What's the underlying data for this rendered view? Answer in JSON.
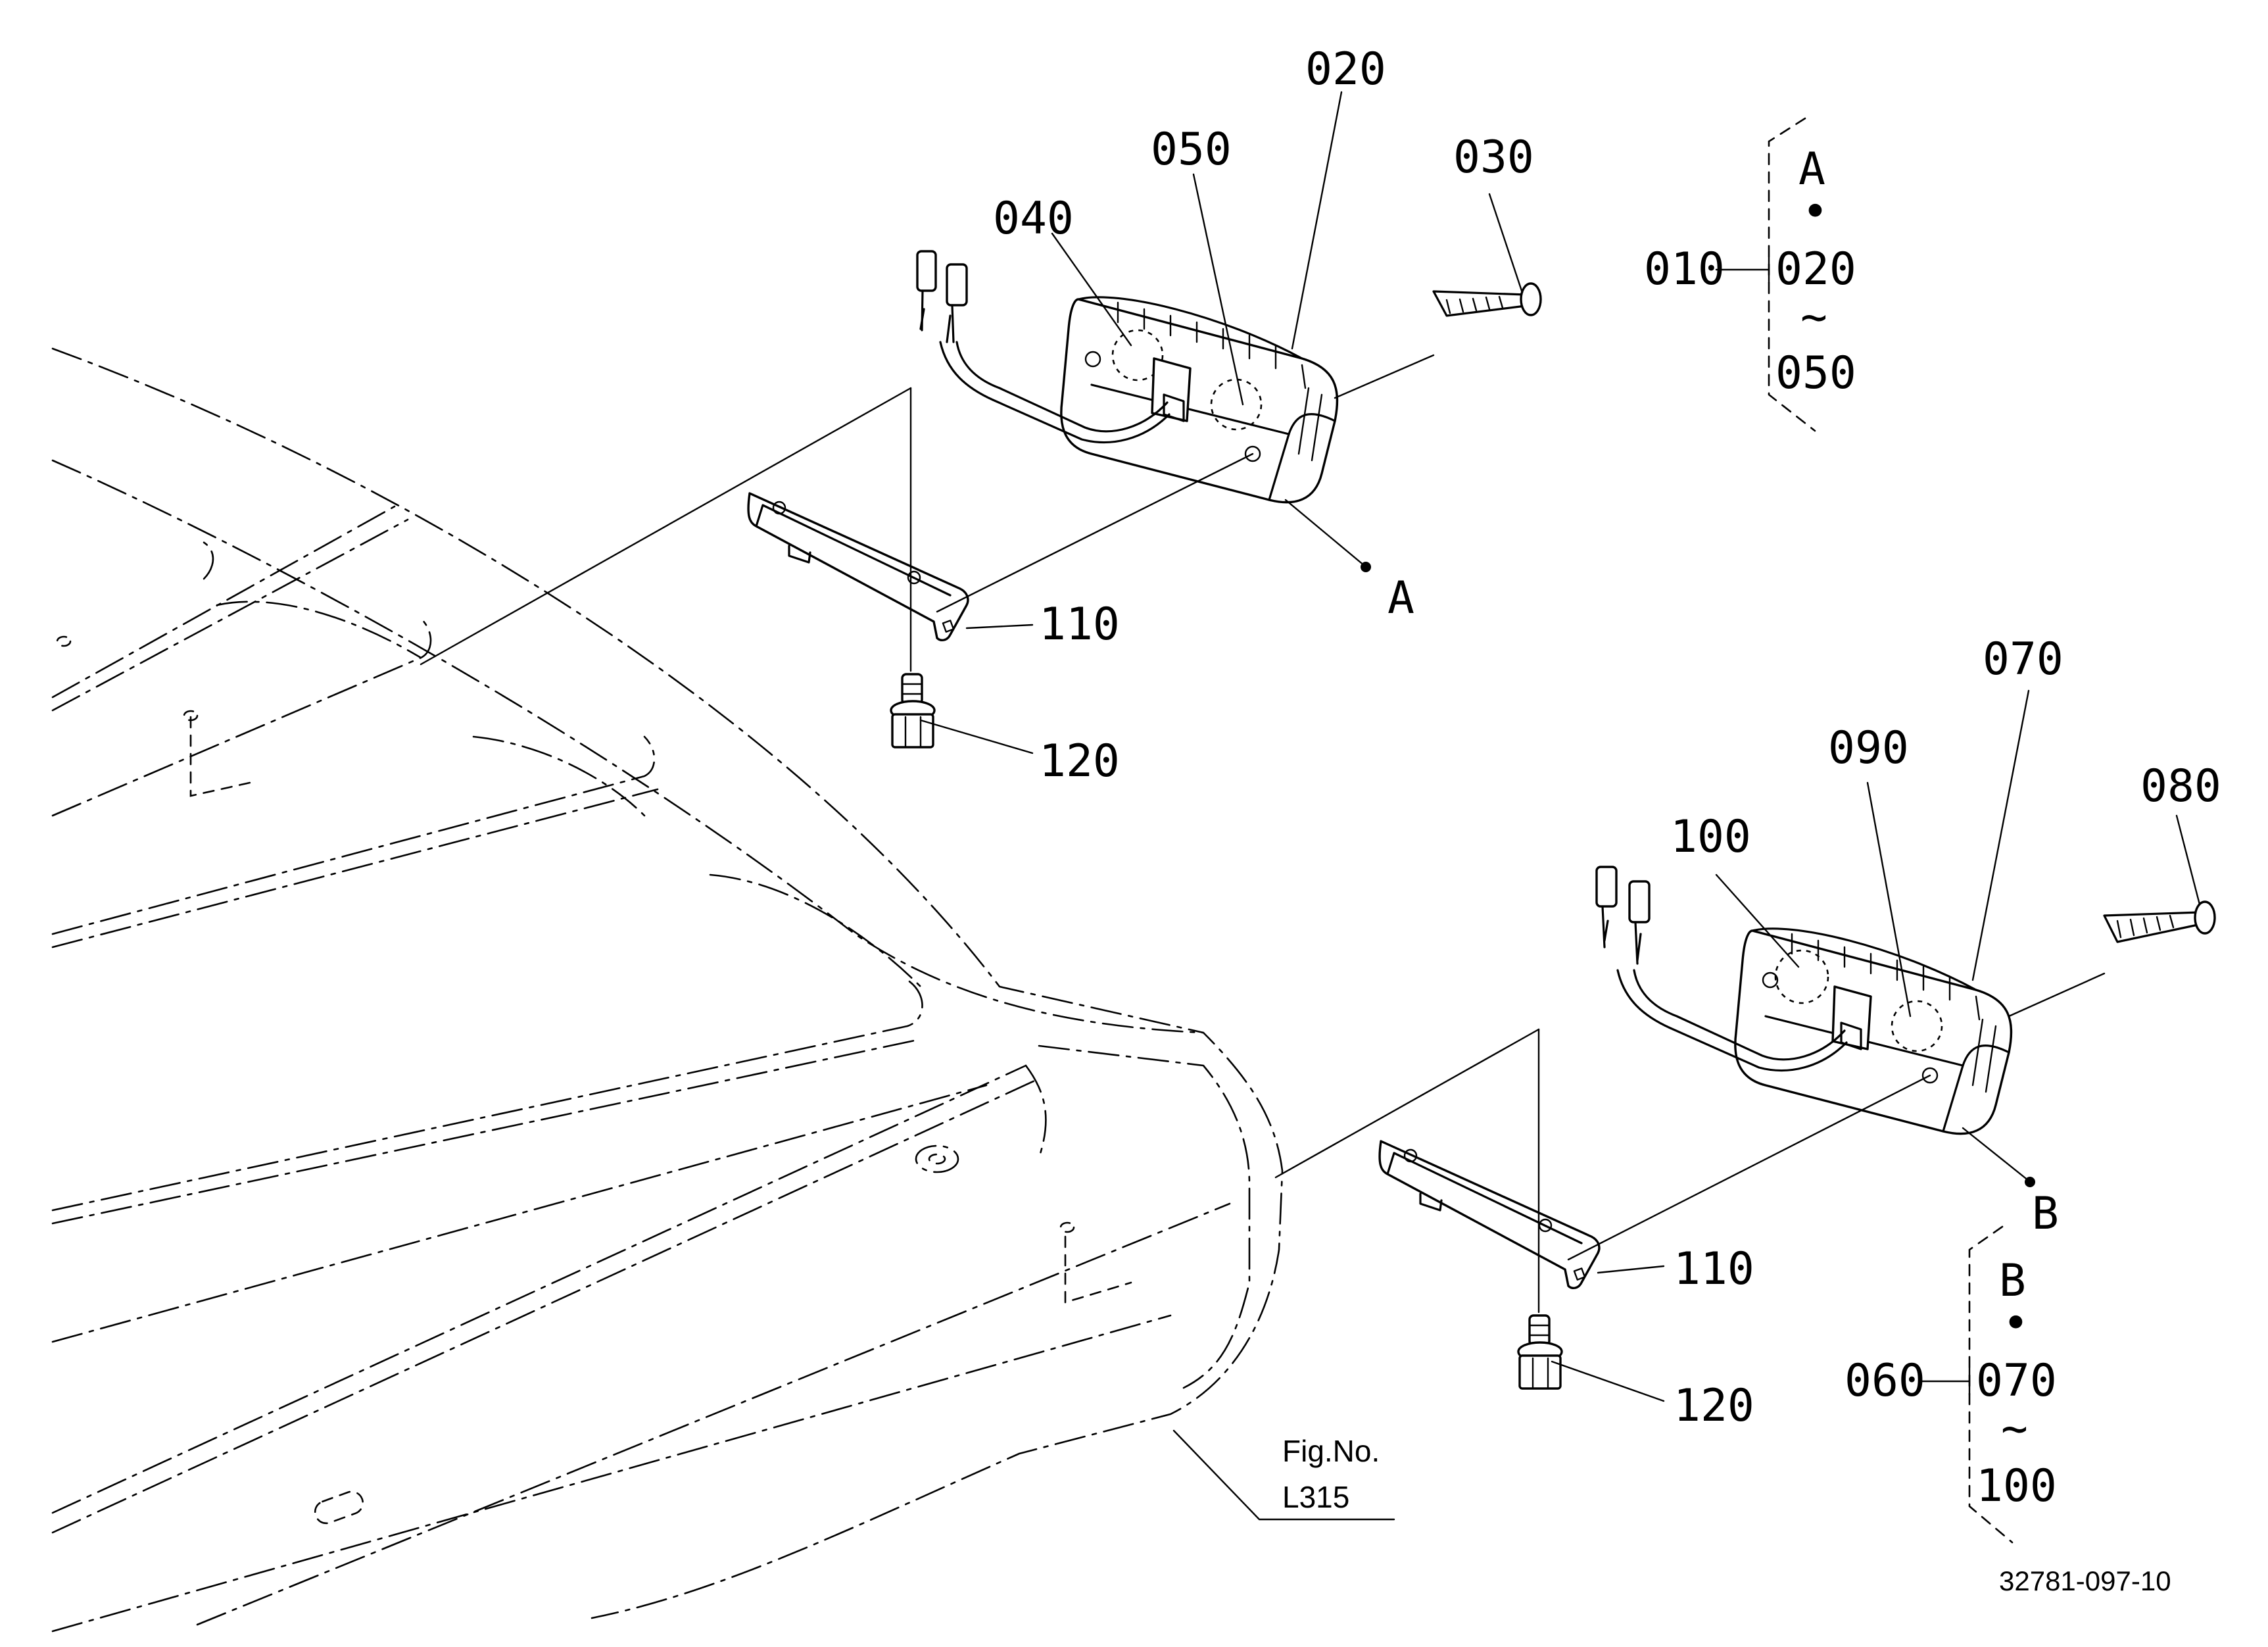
{
  "diagram": {
    "labels": {
      "p020": "020",
      "p050": "050",
      "p040": "040",
      "p030": "030",
      "p110_top": "110",
      "p120_top": "120",
      "ref_a": "A",
      "p070": "070",
      "p090": "090",
      "p100": "100",
      "p080": "080",
      "p110_bot": "110",
      "p120_bot": "120",
      "ref_b": "B"
    },
    "group_a": {
      "parent": "010",
      "key": "A",
      "dot": "•",
      "from": "020",
      "tilde": "~",
      "to": "050"
    },
    "group_b": {
      "parent": "060",
      "key": "B",
      "dot": "•",
      "from": "070",
      "tilde": "~",
      "to": "100"
    },
    "figure_ref": {
      "line1": "Fig.No.",
      "line2": "L315"
    },
    "drawing_number": "32781-097-10"
  }
}
